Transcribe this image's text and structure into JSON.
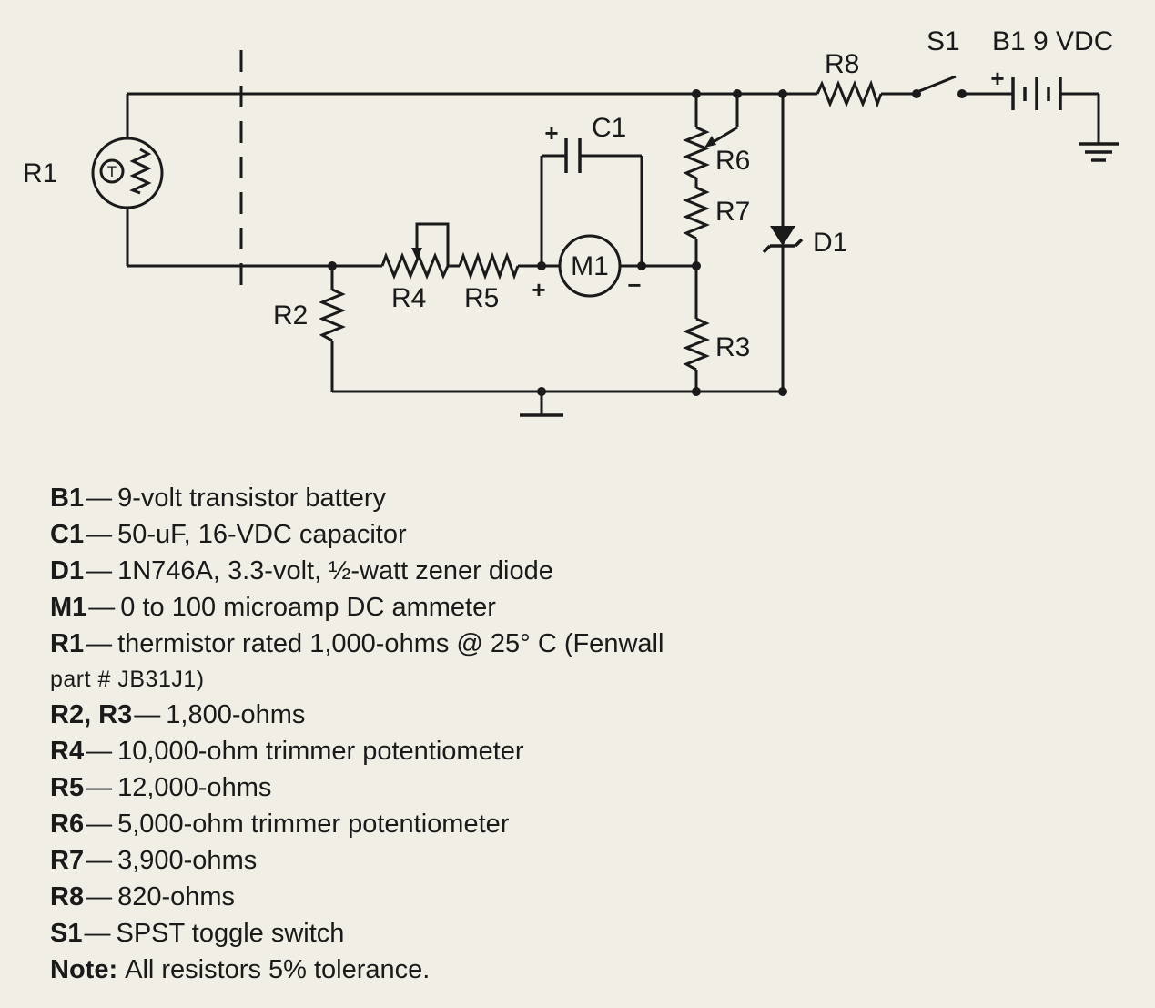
{
  "colors": {
    "background": "#f1eee5",
    "ink": "#1a1a1a"
  },
  "schematic": {
    "labels": {
      "r1": "R1",
      "r2": "R2",
      "r3": "R3",
      "r4": "R4",
      "r5": "R5",
      "r6": "R6",
      "r7": "R7",
      "r8": "R8",
      "c1": "C1",
      "c1_plus": "+",
      "m1": "M1",
      "m1_plus": "+",
      "m1_minus": "−",
      "d1": "D1",
      "s1": "S1",
      "b1": "B1 9 VDC",
      "b1_plus": "+",
      "thermistor_t": "T"
    }
  },
  "parts_list": {
    "separator": "—",
    "items": [
      {
        "ref": "B1",
        "desc": "9-volt transistor battery"
      },
      {
        "ref": "C1",
        "desc": "50-uF, 16-VDC capacitor"
      },
      {
        "ref": "D1",
        "desc": "1N746A, 3.3-volt, ½-watt zener diode"
      },
      {
        "ref": "M1",
        "desc": "0 to 100 microamp DC ammeter"
      },
      {
        "ref": "R1",
        "desc": "thermistor rated 1,000-ohms @ 25° C (Fenwall",
        "cont": "part # JB31J1)"
      },
      {
        "ref": "R2, R3",
        "desc": "1,800-ohms"
      },
      {
        "ref": "R4",
        "desc": "10,000-ohm trimmer potentiometer"
      },
      {
        "ref": "R5",
        "desc": "12,000-ohms"
      },
      {
        "ref": "R6",
        "desc": "5,000-ohm trimmer potentiometer"
      },
      {
        "ref": "R7",
        "desc": "3,900-ohms"
      },
      {
        "ref": "R8",
        "desc": "820-ohms"
      },
      {
        "ref": "S1",
        "desc": "SPST toggle switch"
      }
    ],
    "note_label": "Note:",
    "note_text": "All resistors 5% tolerance."
  }
}
